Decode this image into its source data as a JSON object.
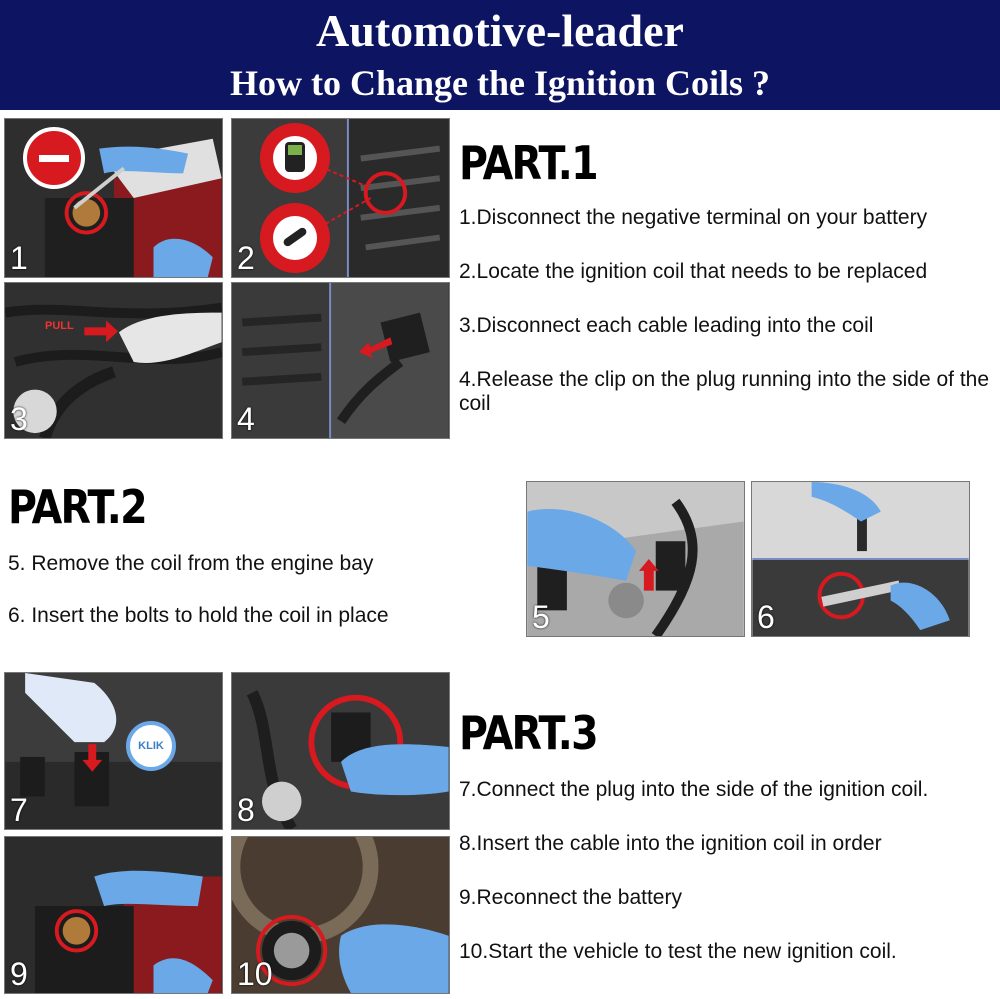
{
  "header": {
    "brand": "Automotive-leader",
    "subtitle": "How to Change the Ignition Coils ?"
  },
  "colors": {
    "banner": "#0d1461",
    "accent_red": "#d71920",
    "glove_blue": "#6aa8e8"
  },
  "part1": {
    "title": "PART.1",
    "steps": [
      "1.Disconnect the negative terminal on your battery",
      "2.Locate the ignition coil that needs to be replaced",
      "3.Disconnect each cable leading into the coil",
      "4.Release the clip on the plug running into the side of the coil"
    ]
  },
  "part2": {
    "title": "PART.2",
    "steps": [
      "5. Remove the coil from the engine bay",
      "6. Insert the bolts to hold the coil in place"
    ]
  },
  "part3": {
    "title": "PART.3",
    "steps": [
      "7.Connect the plug into the side of the ignition coil.",
      "8.Insert the cable into the ignition coil in order",
      "9.Reconnect the battery",
      "10.Start the vehicle to test the new ignition coil."
    ]
  },
  "panels": {
    "p1": {
      "number": "1",
      "icon": "minus-sign-icon"
    },
    "p2": {
      "number": "2",
      "icon": "obd-scanner-icon"
    },
    "p3": {
      "number": "3",
      "label": "PULL"
    },
    "p4": {
      "number": "4"
    },
    "p5": {
      "number": "5"
    },
    "p6": {
      "number": "6"
    },
    "p7": {
      "number": "7",
      "label": "KLIK"
    },
    "p8": {
      "number": "8"
    },
    "p9": {
      "number": "9"
    },
    "p10": {
      "number": "10"
    }
  }
}
